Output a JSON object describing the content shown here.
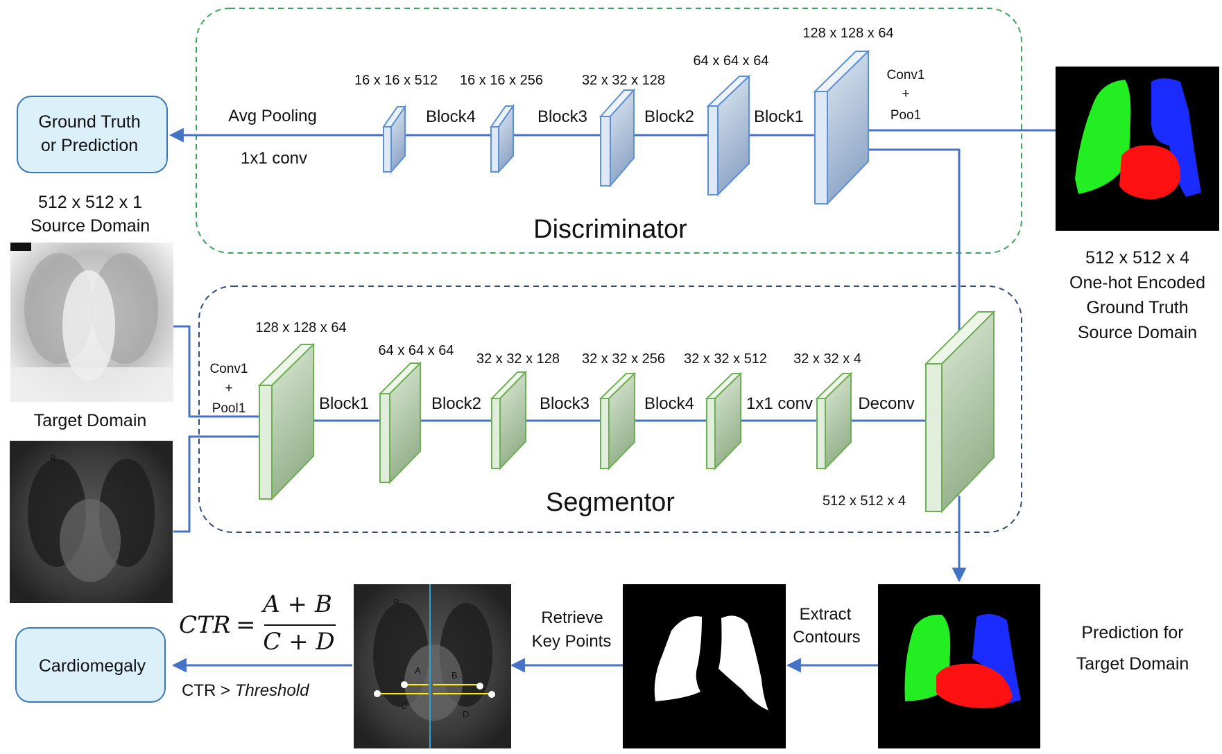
{
  "output_box": {
    "line1": "Ground Truth",
    "line2": "or Prediction"
  },
  "source": {
    "dim": "512 x 512 x 1",
    "label": "Source Domain"
  },
  "target": {
    "label": "Target Domain"
  },
  "gt_caption": {
    "l1": "512 x 512 x 4",
    "l2": "One-hot Encoded",
    "l3": "Ground Truth",
    "l4": "Source Domain"
  },
  "pred_caption": {
    "l1": "Prediction for",
    "l2": "Target Domain"
  },
  "discriminator": {
    "title": "Discriminator",
    "avg_pooling": "Avg Pooling",
    "conv_1x1": "1x1 conv",
    "conv1": "Conv1",
    "plus": "+",
    "pool1": "Poo1",
    "dims": [
      "16 x 16 x 512",
      "16 x 16 x 256",
      "32 x 32 x 128",
      "64 x 64 x 64",
      "128 x 128 x 64"
    ],
    "blocks": [
      "Block4",
      "Block3",
      "Block2",
      "Block1"
    ]
  },
  "segmentor": {
    "title": "Segmentor",
    "conv1": "Conv1",
    "plus": "+",
    "pool1": "Pool1",
    "dims": [
      "128 x 128 x 64",
      "64 x 64 x 64",
      "32 x 32 x 128",
      "32 x 32 x 256",
      "32 x 32 x 512",
      "32 x 32 x 4",
      "512 x 512 x 4"
    ],
    "blocks": [
      "Block1",
      "Block2",
      "Block3",
      "Block4"
    ],
    "conv_1x1": "1x1 conv",
    "deconv": "Deconv"
  },
  "bottom": {
    "extract": "Extract",
    "contours": "Contours",
    "retrieve": "Retrieve",
    "key_points": "Key Points",
    "ctr": "CTR",
    "equals": "=",
    "numerator": "A + B",
    "denominator": "C + D",
    "threshold_prefix": "CTR > ",
    "threshold": "Threshold",
    "cardiomegaly": "Cardiomegaly",
    "xray_labels": {
      "a": "A",
      "b": "B",
      "c": "C",
      "d": "D",
      "r": "R"
    }
  },
  "colors": {
    "arrow": "#4472c4",
    "disc_dash": "#3aa655",
    "seg_dash": "#2f4b7c",
    "box_fill": "#dcf0fa",
    "box_stroke": "#3a78b5",
    "green_mask": "#22ee22",
    "red_mask": "#ff1111",
    "blue_mask": "#1a2cff",
    "annotation": "#ffee00"
  }
}
